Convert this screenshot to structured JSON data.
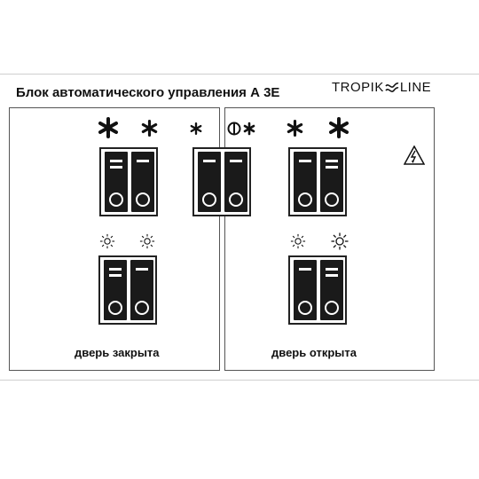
{
  "header": {
    "title": "Блок автоматического управления А 3Е",
    "brand_left": "TROPIK",
    "brand_right": "LINE",
    "brand_icon": "wave-icon"
  },
  "panels": {
    "left": {
      "caption": "дверь закрыта"
    },
    "right": {
      "caption": "дверь открыта"
    }
  },
  "symbols": {
    "fan_large": "fan-large-icon",
    "fan_medium": "fan-medium-icon",
    "fan_small": "fan-small-icon",
    "auto_fan": "auto-fan-icon",
    "heat_low": "heat-low-icon",
    "heat_high": "heat-high-icon",
    "warning": "electric-hazard-icon",
    "auto_label": "Ⓘ"
  },
  "colors": {
    "rocker": "#1a1a1a",
    "border": "#555555",
    "divider": "#cfcfcf"
  }
}
